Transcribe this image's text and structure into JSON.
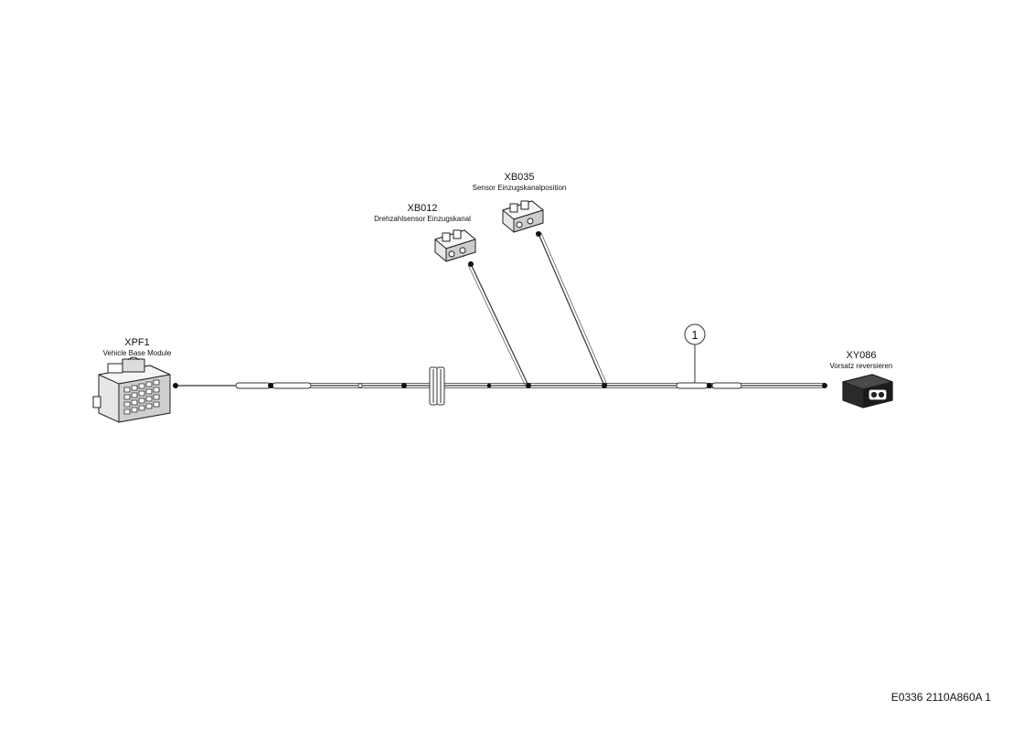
{
  "connectors": {
    "xpf1": {
      "code": "XPF1",
      "description": "Vehicle Base Module"
    },
    "xb012": {
      "code": "XB012",
      "description": "Drehzahlsensor Einzugskanal"
    },
    "xb035": {
      "code": "XB035",
      "description": "Sensor Einzugskanalposition"
    },
    "xy086": {
      "code": "XY086",
      "description": "Vorsatz reversieren"
    }
  },
  "callouts": [
    {
      "number": "1"
    }
  ],
  "drawing_number": "E0336 2110A860A 1"
}
